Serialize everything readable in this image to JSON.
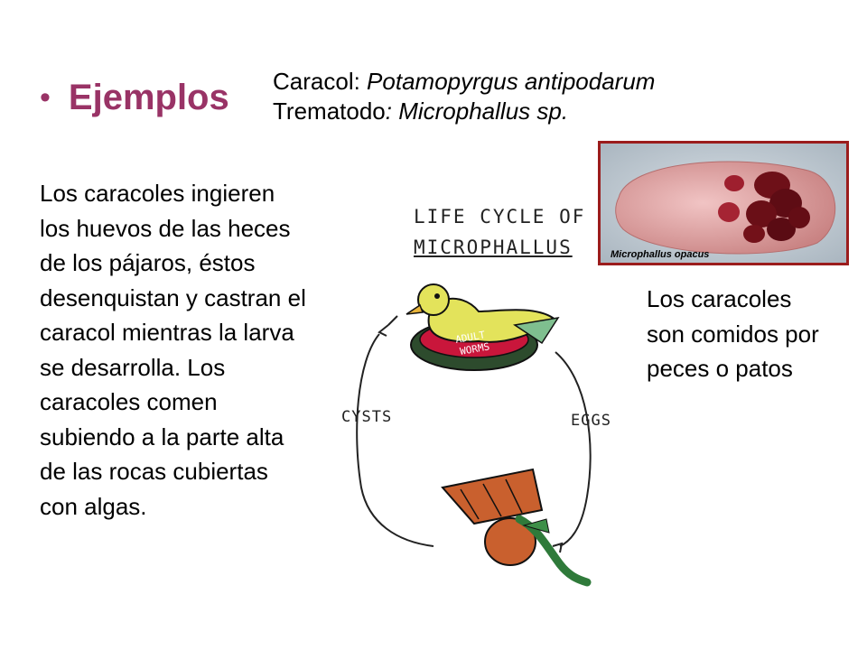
{
  "slide": {
    "bullet": "•",
    "title": "Ejemplos",
    "species": {
      "snail_label": "Caracol: ",
      "snail_name": "Potamopyrgus antipodarum",
      "trematode_label": "Trematodo",
      "trematode_name": ": Microphallus sp."
    },
    "left_paragraph": "Los caracoles ingieren los huevos de las heces de los pájaros, éstos desenquistan y castran el caracol mientras la larva se desarrolla. Los caracoles comen subiendo a la parte alta de las rocas cubiertas con algas.",
    "right_paragraph": "Los caracoles son comidos por peces o patos",
    "photo_caption": "Microphallus opacus",
    "diagram": {
      "title_line1": "LIFE CYCLE OF",
      "title_line2": "MICROPHALLUS",
      "worms_label_line1": "ADULT",
      "worms_label_line2": "WORMS",
      "cysts_label": "CYSTS",
      "eggs_label": "EGGS"
    }
  }
}
